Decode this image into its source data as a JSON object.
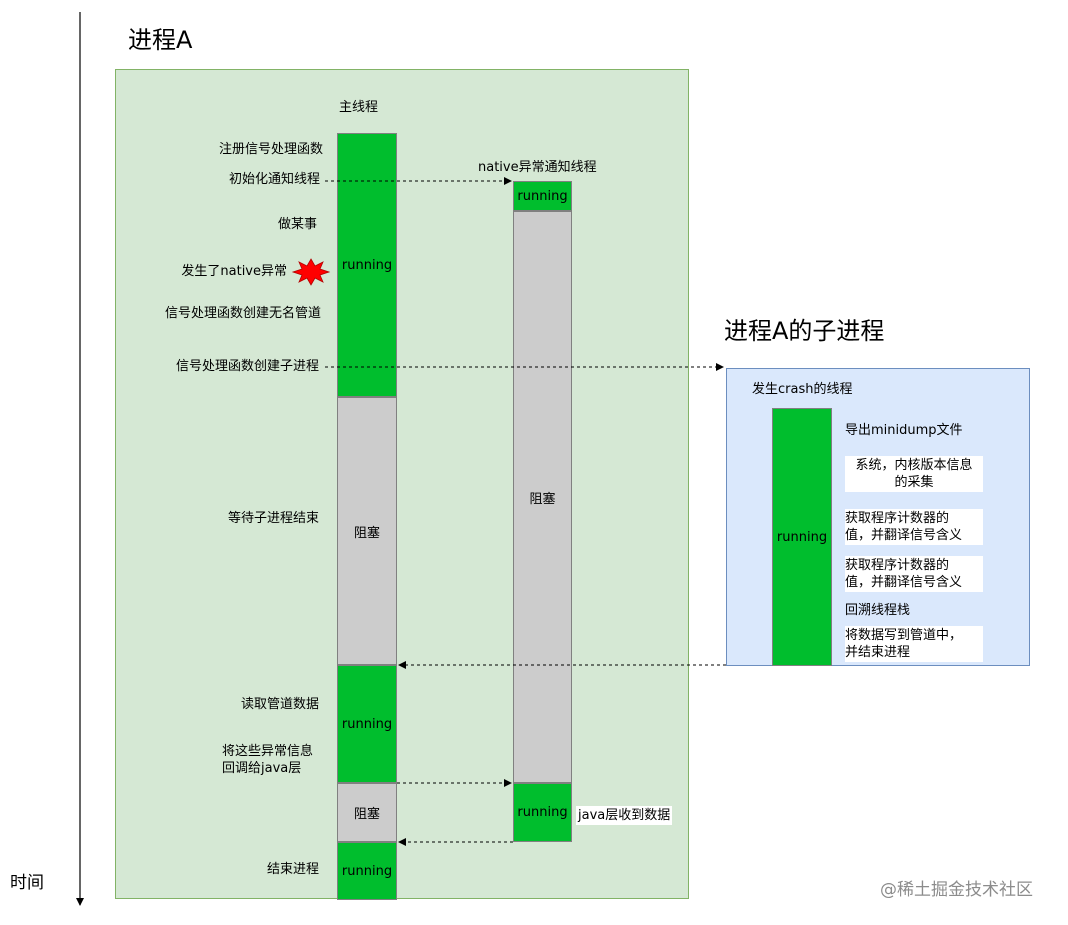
{
  "process_a": {
    "title": "进程A",
    "main_thread": {
      "title": "主线程",
      "bars": [
        {
          "label": "running",
          "state": "running"
        },
        {
          "label": "阻塞",
          "state": "blocked"
        },
        {
          "label": "running",
          "state": "running"
        },
        {
          "label": "阻塞",
          "state": "blocked"
        },
        {
          "label": "running",
          "state": "running"
        }
      ],
      "steps": [
        "注册信号处理函数",
        "初始化通知线程",
        "做某事",
        "发生了native异常",
        "信号处理函数创建无名管道",
        "信号处理函数创建子进程",
        "等待子进程结束",
        "读取管道数据",
        "将这些异常信息",
        "回调给java层",
        "结束进程"
      ]
    },
    "notify_thread": {
      "title": "native异常通知线程",
      "bars": [
        {
          "label": "running",
          "state": "running"
        },
        {
          "label": "阻塞",
          "state": "blocked"
        },
        {
          "label": "running",
          "state": "running"
        }
      ],
      "note": "java层收到数据"
    }
  },
  "child_process": {
    "title": "进程A的子进程",
    "crash_thread": {
      "title": "发生crash的线程",
      "bar_label": "running",
      "steps": [
        [
          "导出minidump文件"
        ],
        [
          "系统，内核版本信息",
          "的采集"
        ],
        [
          "获取程序计数器的",
          "值，并翻译信号含义"
        ],
        [
          "获取程序计数器的",
          "值，并翻译信号含义"
        ],
        [
          "回溯线程栈"
        ],
        [
          "将数据写到管道中，",
          "并结束进程"
        ]
      ]
    }
  },
  "time_axis": {
    "label": "时间"
  },
  "watermark": "@稀土掘金技术社区",
  "colors": {
    "running": "#00be2d",
    "blocked": "#cccccc",
    "process_a_bg": "#d5e8d4",
    "child_bg": "#dae8fc",
    "crash_star": "#ff0000"
  }
}
